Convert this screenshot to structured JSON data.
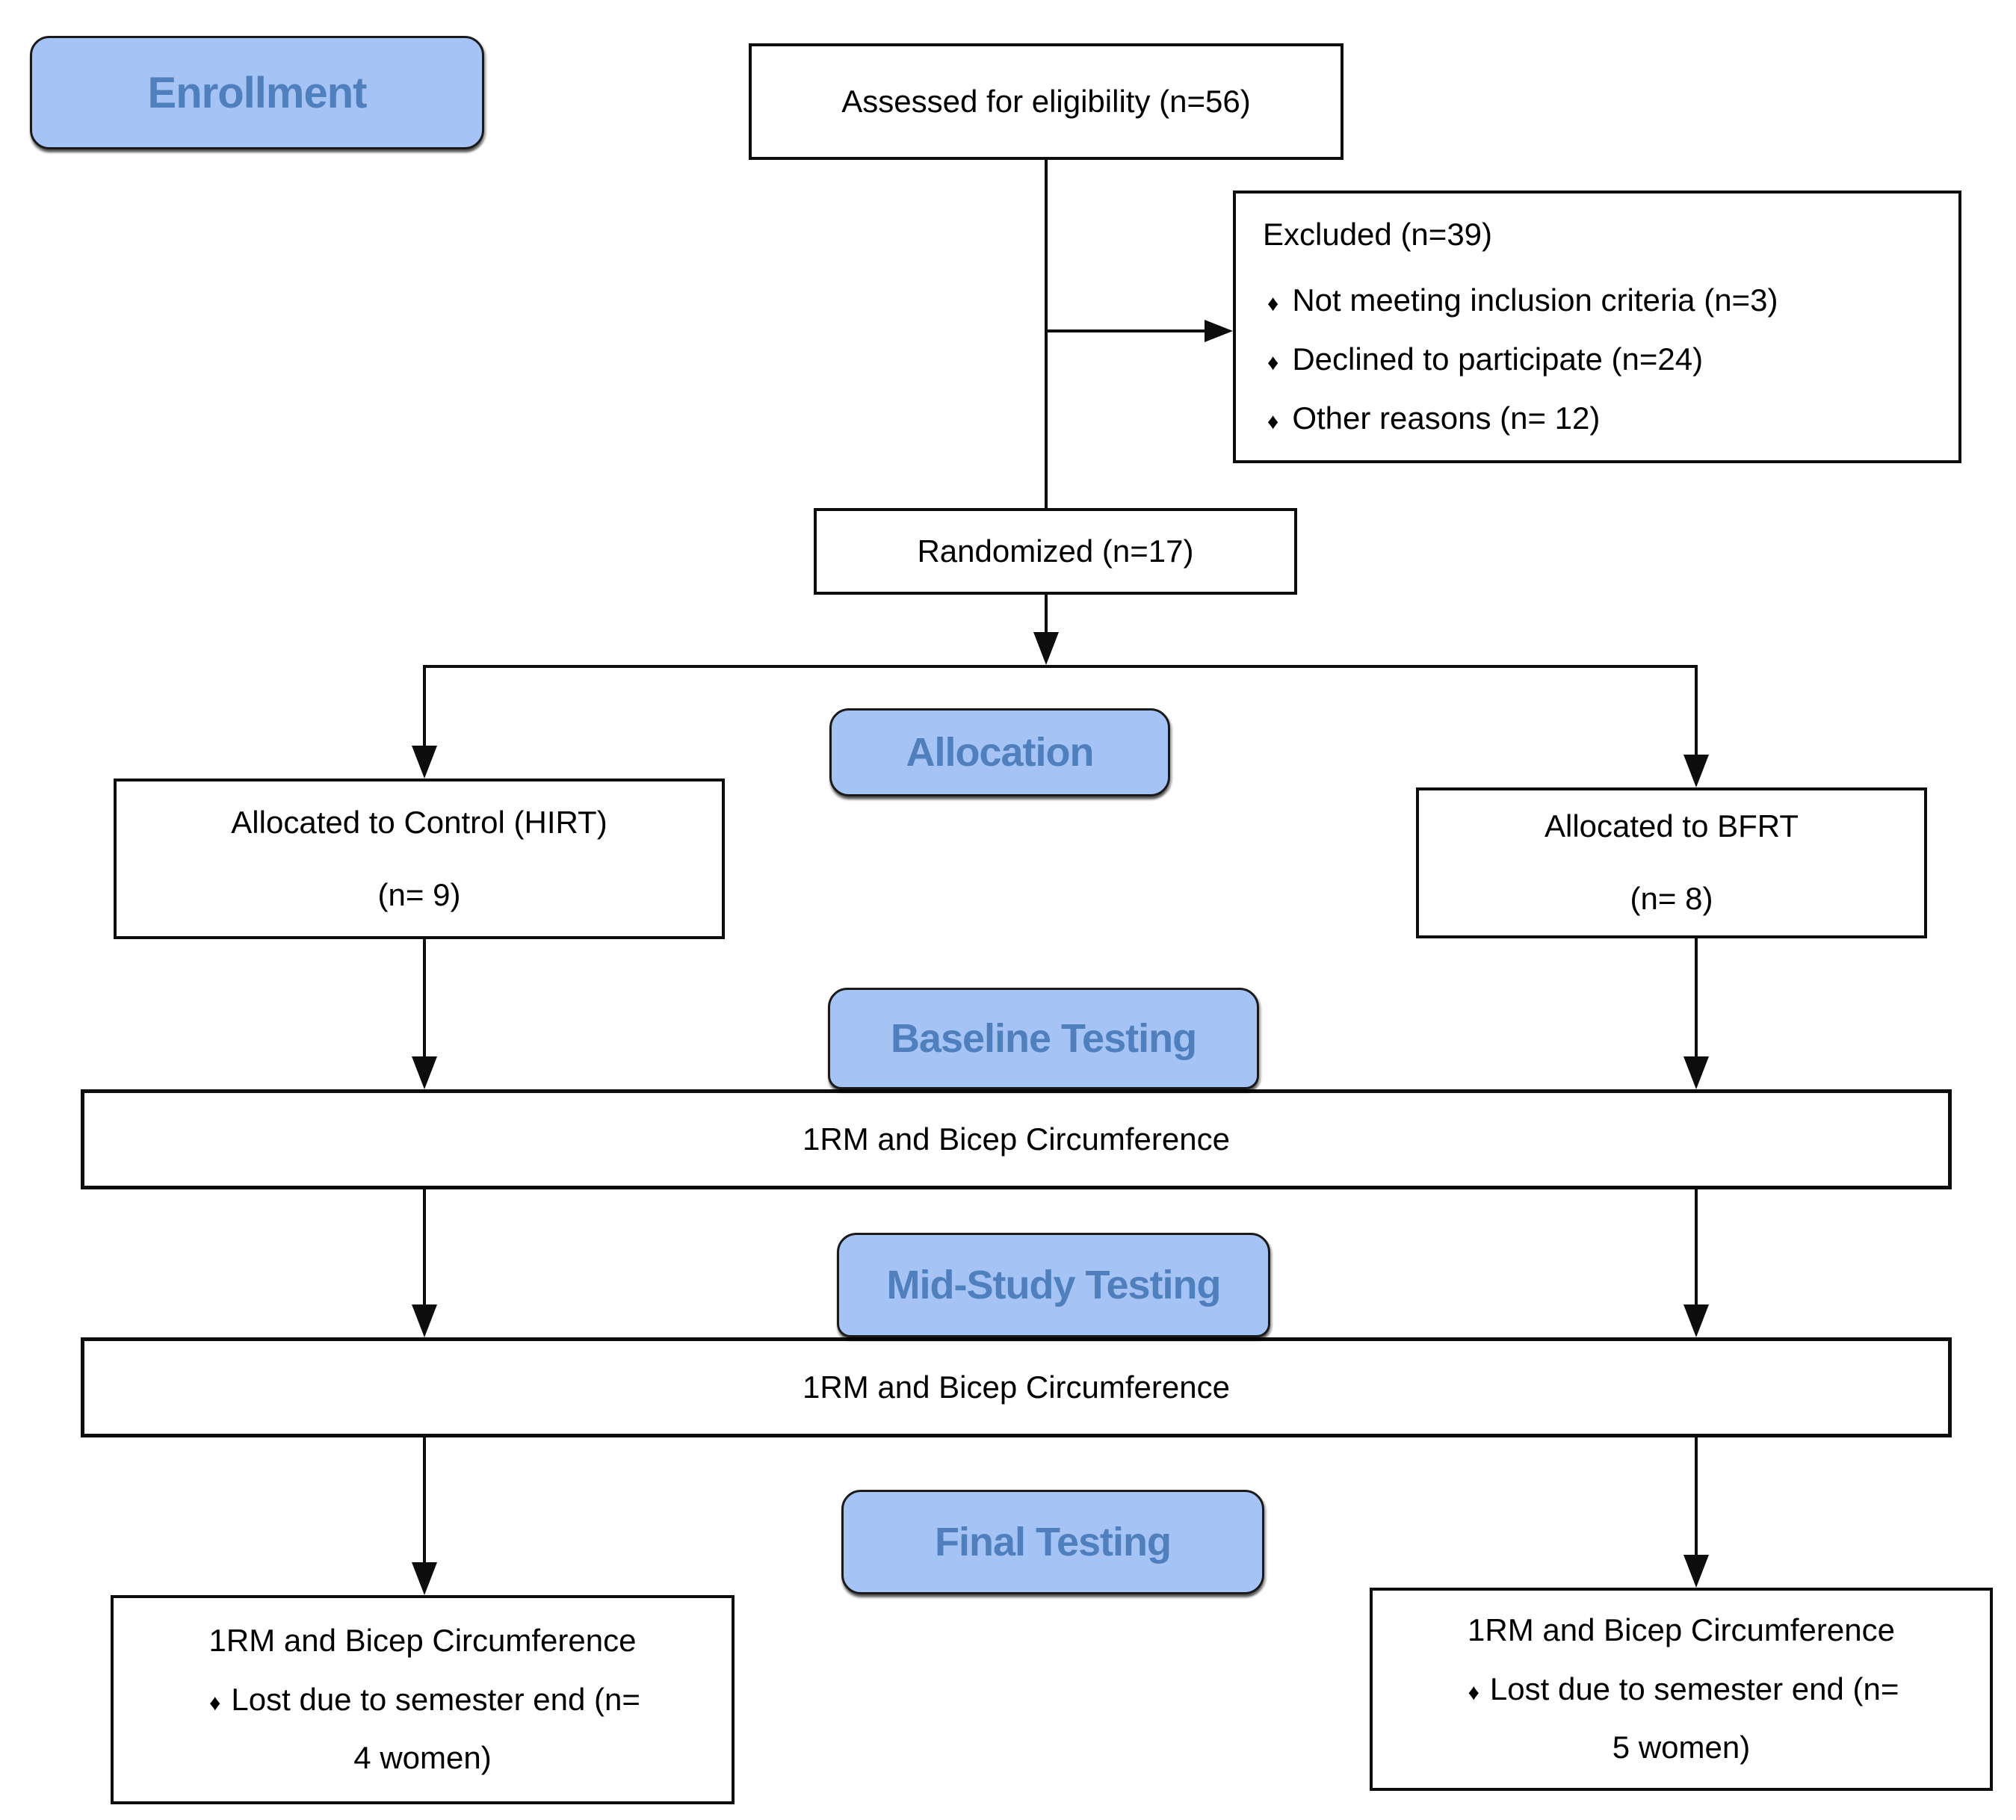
{
  "stage_labels": {
    "enrollment": "Enrollment",
    "allocation": "Allocation",
    "baseline": "Baseline Testing",
    "midstudy": "Mid-Study Testing",
    "final": "Final Testing"
  },
  "boxes": {
    "assessed": "Assessed for eligibility (n=56)",
    "excluded": {
      "title": "Excluded (n=39)",
      "bullets": [
        "Not meeting inclusion criteria (n=3)",
        "Declined to participate (n=24)",
        "Other reasons (n= 12)"
      ]
    },
    "randomized": "Randomized (n=17)",
    "alloc_left": {
      "name": "Allocated to Control (HIRT)",
      "n": "(n= 9)"
    },
    "alloc_right": {
      "name": "Allocated to BFRT",
      "n": "(n= 8)"
    },
    "baseline_measure": "1RM and Bicep Circumference",
    "midstudy_measure": "1RM and Bicep Circumference",
    "final_left": {
      "measure": "1RM and Bicep Circumference",
      "loss": "Lost due to semester end (n=",
      "count": "4 women)"
    },
    "final_right": {
      "measure": "1RM and Bicep Circumference",
      "loss": "Lost due to semester end (n=",
      "count": "5 women)"
    }
  },
  "icons": {
    "bullet_glyph": "♦"
  },
  "colors": {
    "pill_fill": "#a5c3f4",
    "pill_text": "#4f80bd",
    "line_black": "#0d0d0d",
    "box_bg": "#ffffff"
  }
}
